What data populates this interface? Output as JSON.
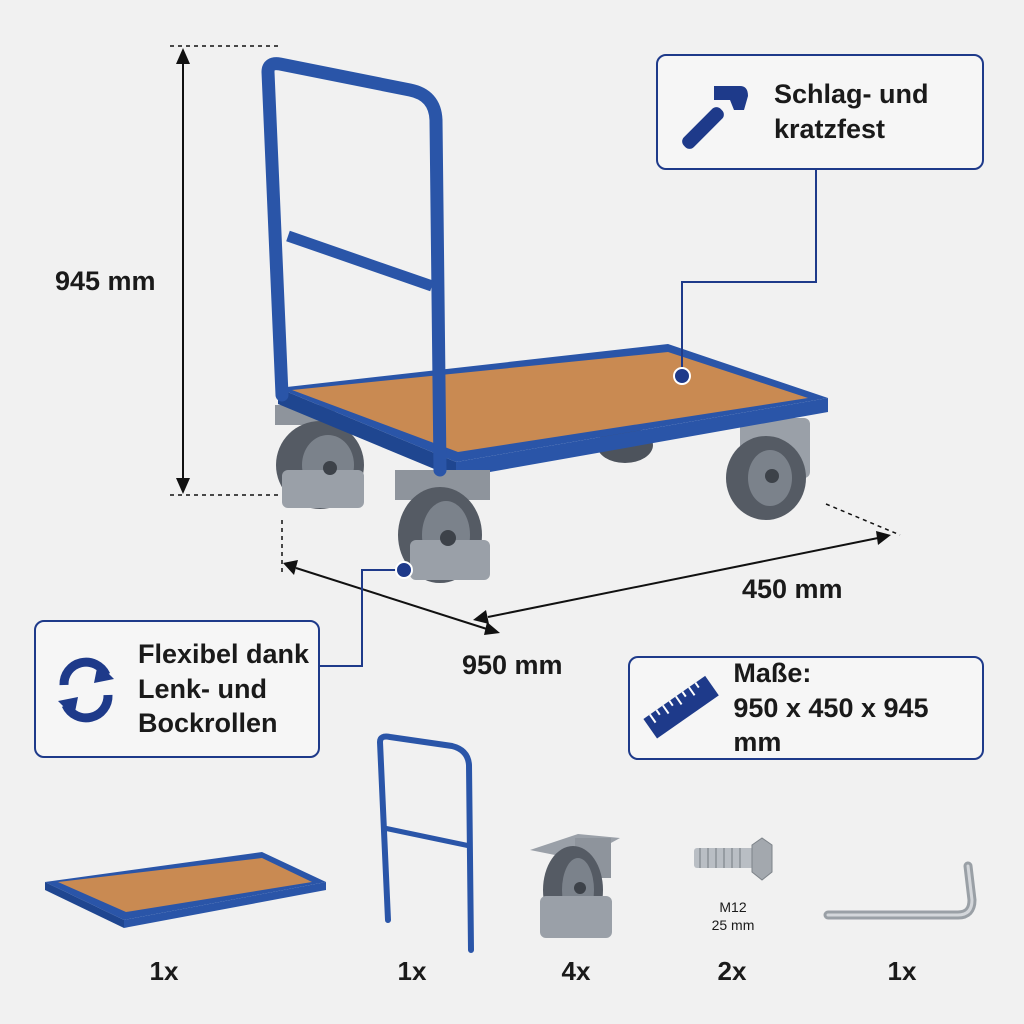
{
  "dimensions": {
    "height": "945 mm",
    "depth": "450 mm",
    "length": "950 mm"
  },
  "callouts": {
    "surface": {
      "line1": "Schlag- und",
      "line2": "kratzfest",
      "icon": "hammer-icon"
    },
    "castors": {
      "line1": "Flexibel dank",
      "line2": "Lenk- und",
      "line3": "Bockrollen",
      "icon": "rotate-arrows-icon"
    },
    "size": {
      "line1": "Maße:",
      "line2": "950 x 450 x 945 mm",
      "icon": "ruler-icon"
    }
  },
  "parts": [
    {
      "name": "platform",
      "count": "1x"
    },
    {
      "name": "push-handle",
      "count": "1x"
    },
    {
      "name": "castor",
      "count": "4x"
    },
    {
      "name": "bolt",
      "count": "2x",
      "label1": "M12",
      "label2": "25 mm"
    },
    {
      "name": "hex-key",
      "count": "1x"
    }
  ],
  "colors": {
    "accent": "#1e3a8a",
    "frame": "#2a55a8",
    "wood": "#c98a52",
    "wheel": "#5d6470"
  }
}
